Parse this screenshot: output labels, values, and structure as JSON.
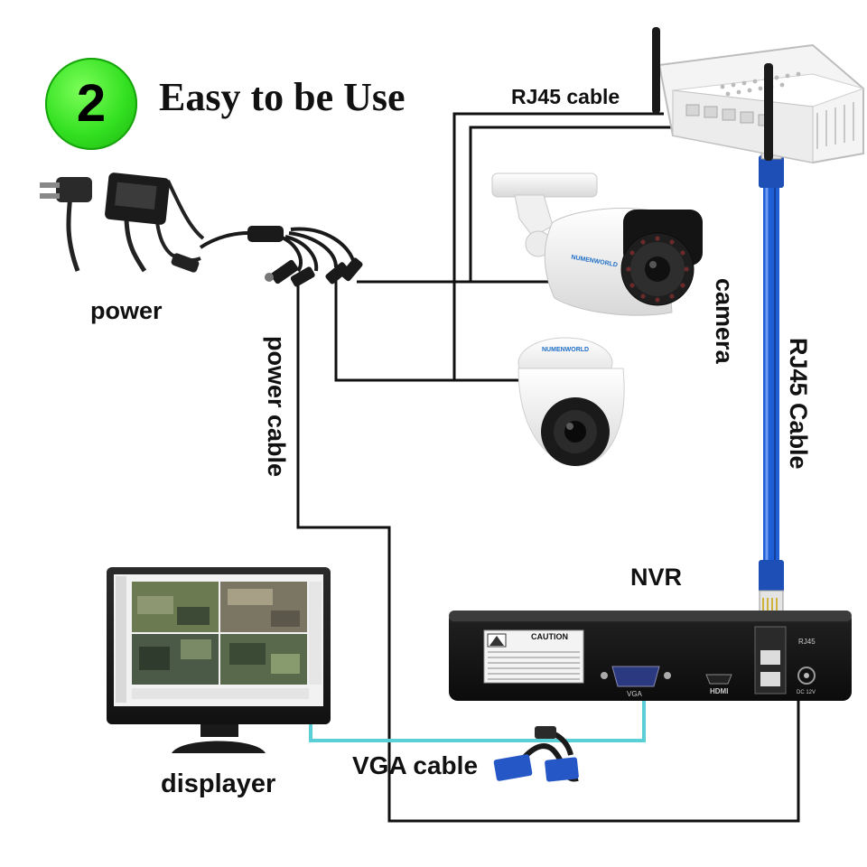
{
  "header": {
    "step_number": "2",
    "title": "Easy to be Use"
  },
  "labels": {
    "rj45_cable_top": "RJ45 cable",
    "power": "power",
    "power_cable": "power cable",
    "camera": "camera",
    "rj45_cable_side": "RJ45 Cable",
    "nvr": "NVR",
    "vga_cable": "VGA cable",
    "displayer": "displayer"
  },
  "device_text": {
    "caution": "CAUTION",
    "vga_port": "VGA",
    "hdmi_port": "HDMI",
    "rj45_port": "RJ45",
    "dc_port": "DC 12V",
    "camera_brand": "NUMENWORLD"
  },
  "colors": {
    "badge_green": "#33e021",
    "wire_black": "#111111",
    "vga_cyan": "#5ad0d6",
    "rj45_blue": "#1f5fd6",
    "nvr_body": "#1c1c1c"
  }
}
